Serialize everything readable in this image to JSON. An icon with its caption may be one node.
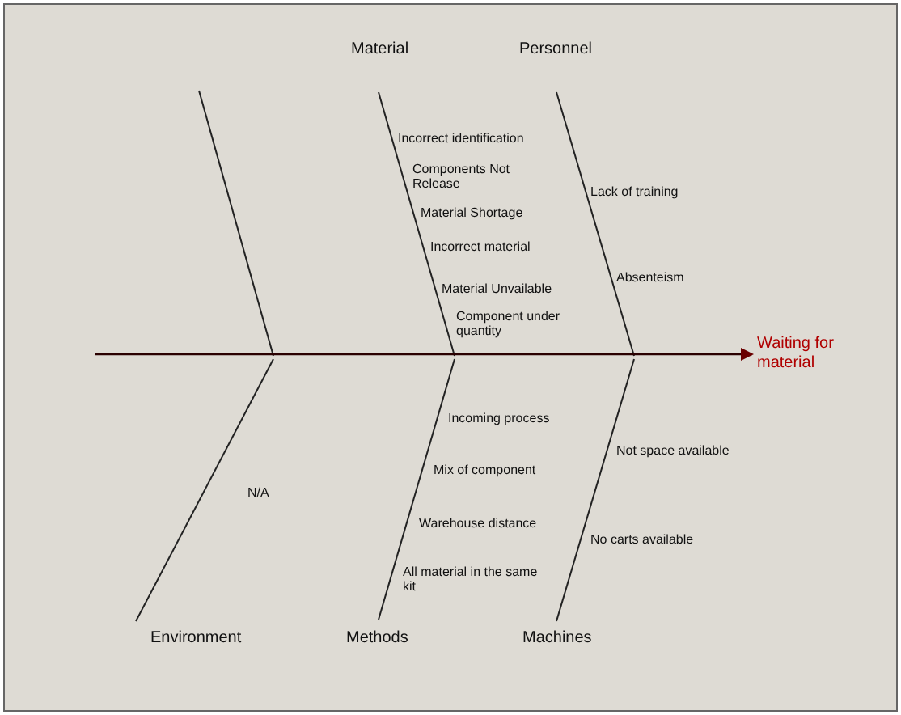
{
  "diagram": {
    "nodes": [
      {
        "text": [
          "Material"
        ]
      },
      {
        "text": [
          "Personnel"
        ]
      },
      {
        "text": [
          "Waiting for material"
        ]
      },
      {
        "text": [
          "Environment"
        ]
      },
      {
        "text": [
          "Methods"
        ]
      },
      {
        "text": [
          "Machines"
        ]
      }
    ],
    "edges": [
      {
        "from": null,
        "to": 2,
        "arrow": "to"
      }
    ],
    "labels": [
      "Incorrect identification",
      "Components Not Release",
      "Material Shortage",
      "Incorrect material",
      "Material Unvailable",
      "Component under quantity",
      "Lack of training",
      "Absenteism",
      "Incoming process",
      "Mix of component",
      "Warehouse distance",
      "All material in the same kit",
      "Not space available",
      "No carts available",
      "N/A"
    ]
  }
}
